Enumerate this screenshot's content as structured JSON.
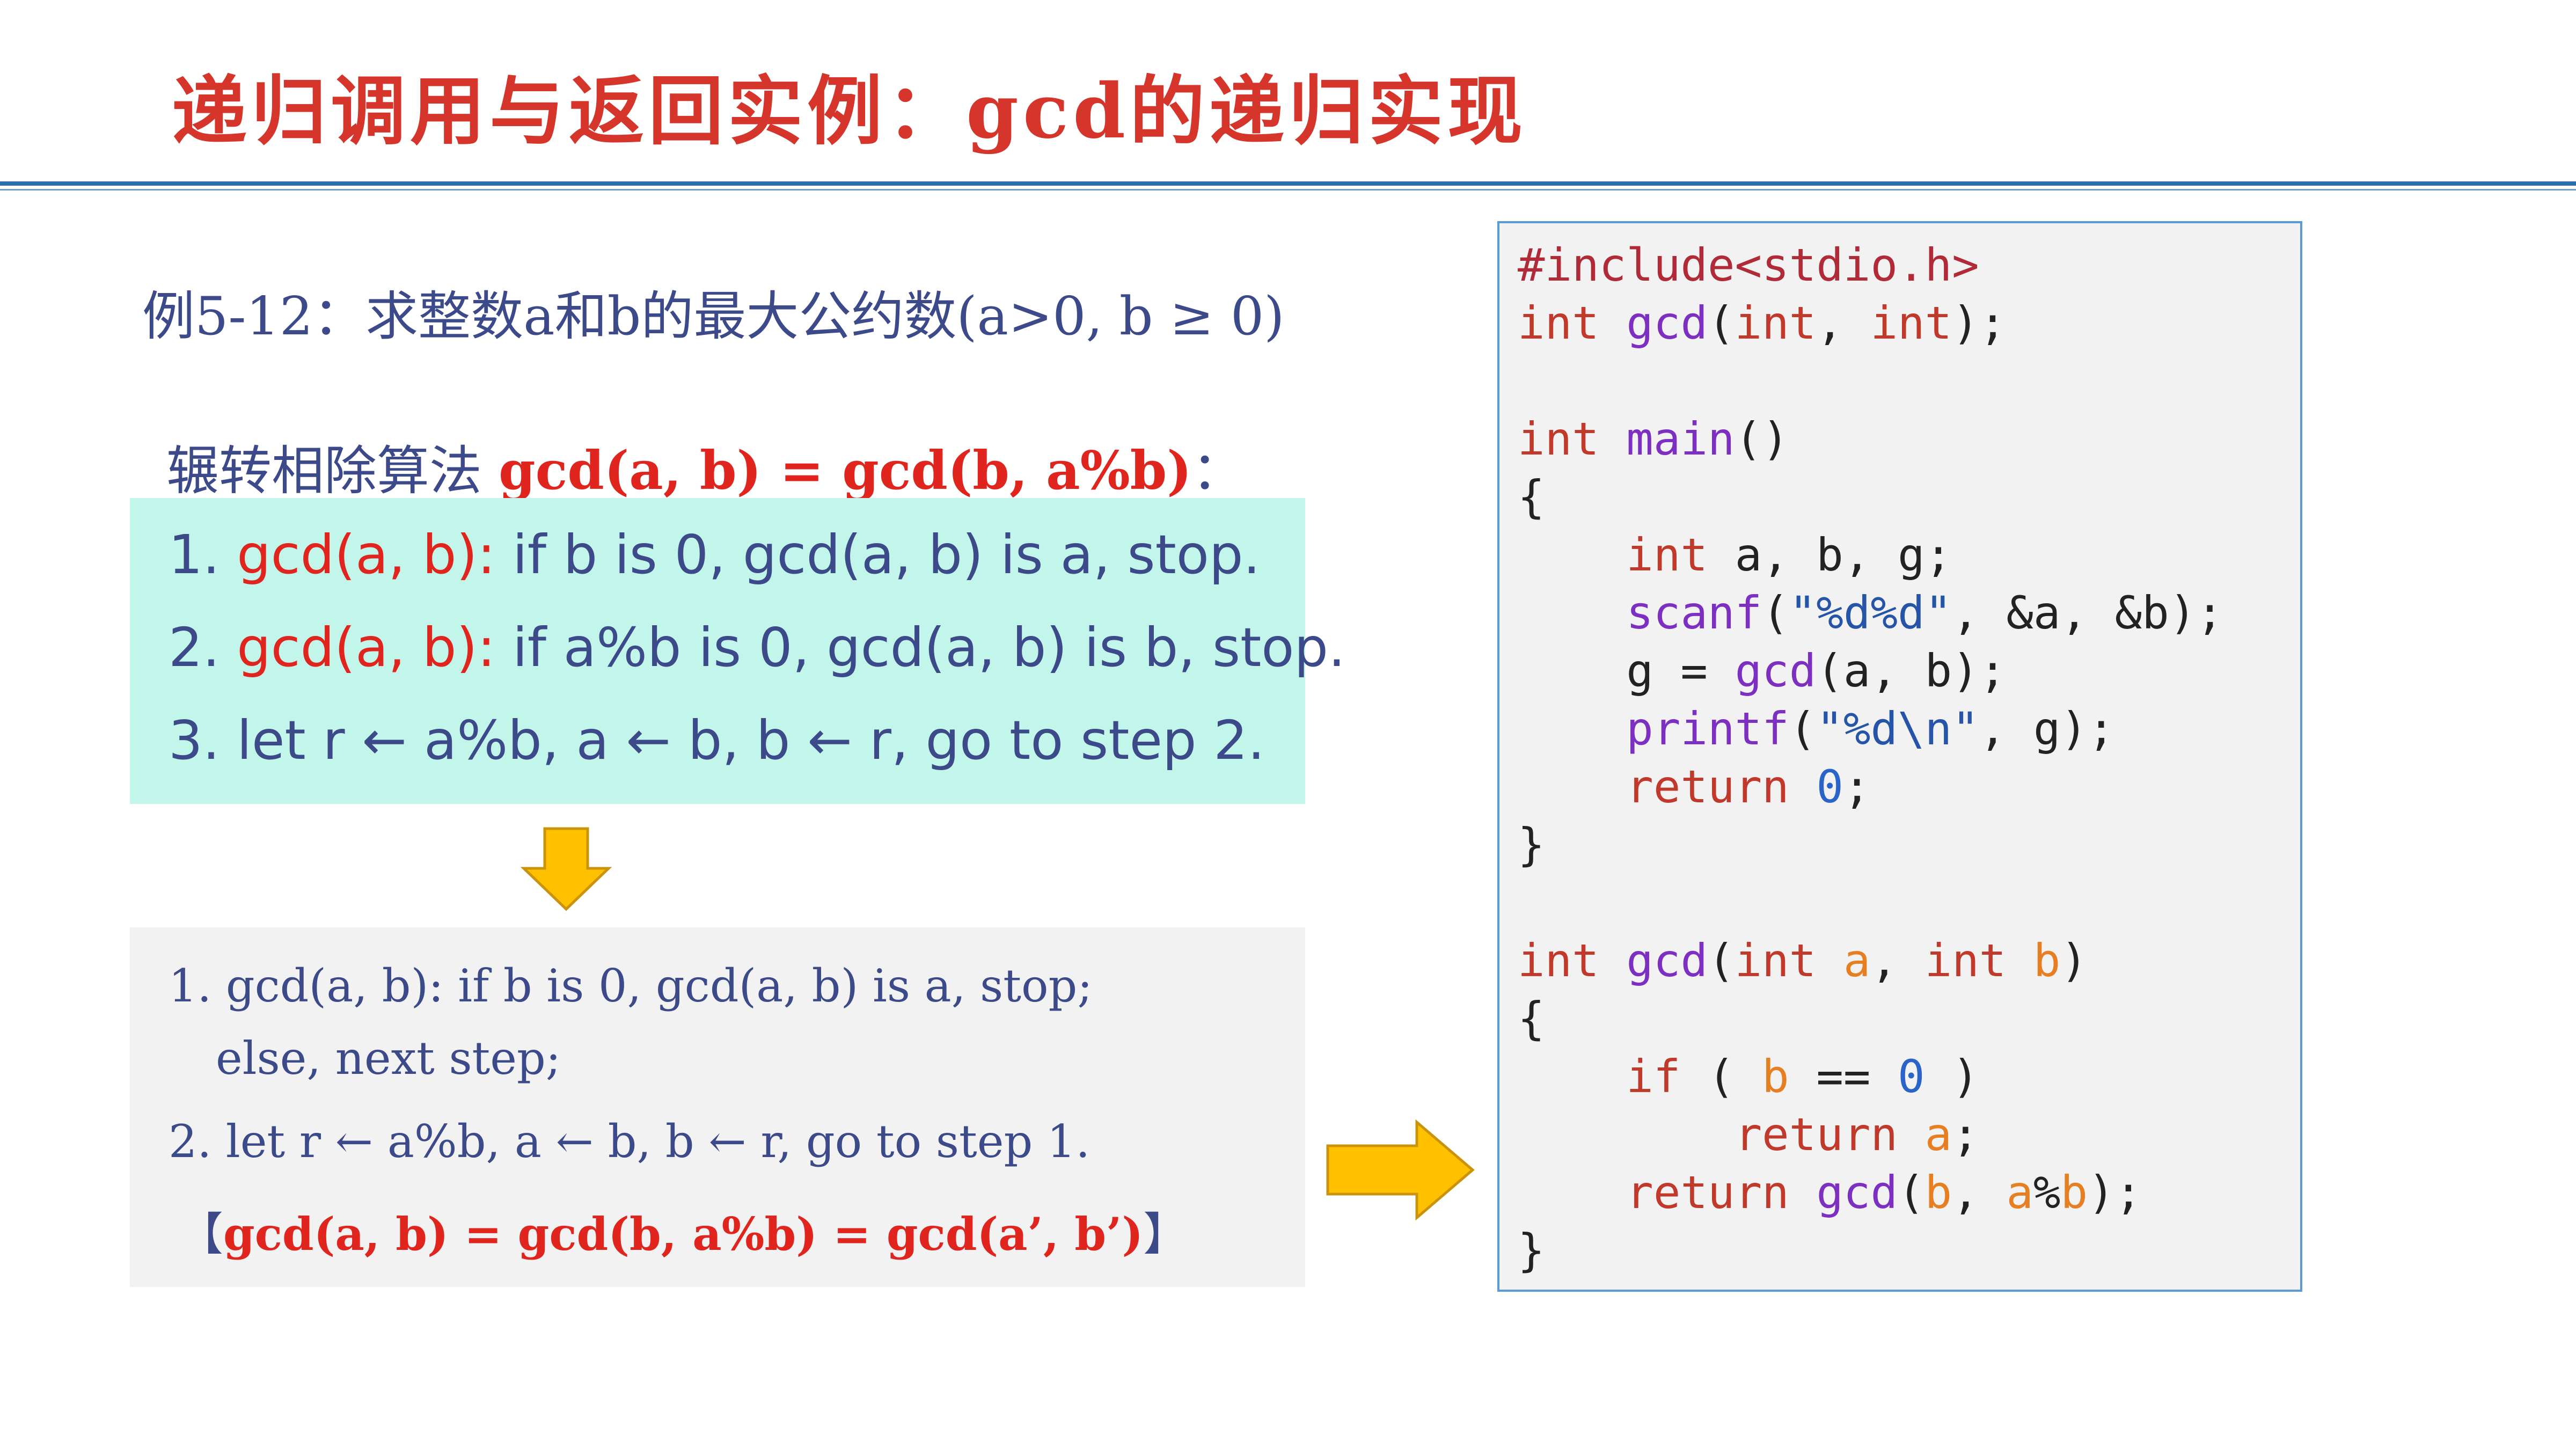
{
  "slide": {
    "title": "递归调用与返回实例：gcd的递归实现",
    "example": "例5-12：求整数a和b的最大公约数(a>0, b ≥ 0)",
    "algorithm_heading": {
      "prefix": "辗转相除算法 ",
      "formula": "gcd(a, b) = gcd(b, a%b)",
      "suffix": "："
    },
    "steps": [
      {
        "num": "1.  ",
        "red": "gcd(a, b):",
        "text": " if b is 0, gcd(a, b) is a, stop."
      },
      {
        "num": "2.  ",
        "red": "gcd(a, b):",
        "text": " if a%b is 0, gcd(a, b) is b, stop."
      },
      {
        "num": "3.  ",
        "red": "",
        "text": "let r ← a%b, a ← b, b ← r, go to step 2."
      }
    ],
    "refined_steps": {
      "line1": "1. gcd(a, b): if b is 0, gcd(a, b) is a, stop;",
      "line2": "else, next step;",
      "line3": "2. let r ← a%b, a ← b, b ← r, go to step 1.",
      "bracket_open": "【",
      "formula": "gcd(a, b) = gcd(b, a%b) = gcd(a’, b’)",
      "bracket_close": "】"
    },
    "code": {
      "include": "#include<stdio.h>",
      "kw_int": "int",
      "kw_return": "return",
      "kw_if": "if",
      "fn_gcd": "gcd",
      "fn_main": "main",
      "fn_scanf": "scanf",
      "fn_printf": "printf",
      "scanf_format": "\"%d%d\"",
      "printf_format": "\"%d\\n\"",
      "zero": "0"
    },
    "colors": {
      "title": "#d5352b",
      "text": "#3c4a8a",
      "highlight_red": "#e0251e",
      "green_box": "#c3f6ea",
      "grey_box": "#f2f2f2",
      "code_border": "#5b9bd5",
      "arrow": "#ffc000"
    },
    "icons": [
      "down-arrow-icon",
      "right-arrow-icon"
    ]
  }
}
